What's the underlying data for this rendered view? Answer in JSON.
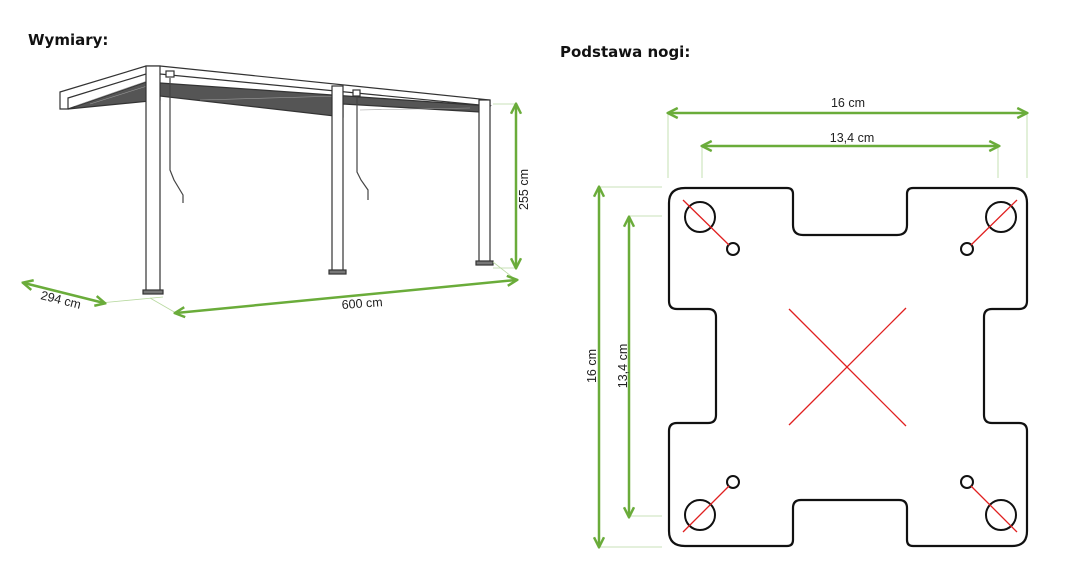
{
  "left": {
    "title": "Wymiary:",
    "dimensions": {
      "depth": "294 cm",
      "width": "600 cm",
      "height": "255 cm"
    }
  },
  "right": {
    "title": "Podstawa nogi:",
    "dimensions": {
      "outer_width": "16 cm",
      "inner_width": "13,4 cm",
      "outer_height": "16 cm",
      "inner_height": "13,4 cm"
    }
  },
  "colors": {
    "dimension": "#6aac3a",
    "marks": "#e02020",
    "outline": "#111111"
  }
}
